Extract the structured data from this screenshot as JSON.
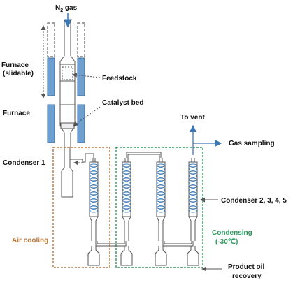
{
  "labels": {
    "n2_gas_prefix": "N",
    "n2_gas_subscript": "2",
    "n2_gas_suffix": " gas",
    "furnace_slidable_line1": "Furnace",
    "furnace_slidable_line2": "(slidable)",
    "furnace": "Furnace",
    "feedstock": "Feedstock",
    "catalyst_bed": "Catalyst bed",
    "to_vent": "To vent",
    "gas_sampling": "Gas sampling",
    "condenser_1": "Condenser 1",
    "condenser_2345": "Condenser 2, 3, 4, 5",
    "air_cooling": "Air cooling",
    "condensing": "Condensing",
    "condensing_temp": "(-30℃)",
    "product_oil_line1": "Product oil",
    "product_oil_line2": "recovery"
  },
  "colors": {
    "furnace_fill": "#6e9fd1",
    "air_cooling_border": "#b8743a",
    "air_cooling_text": "#c07a3a",
    "condensing_border": "#2e9a5e",
    "condensing_text": "#2e9a5e",
    "arrow_blue": "#3b78b5",
    "coil": "#4a7fb8",
    "line": "#555555"
  }
}
